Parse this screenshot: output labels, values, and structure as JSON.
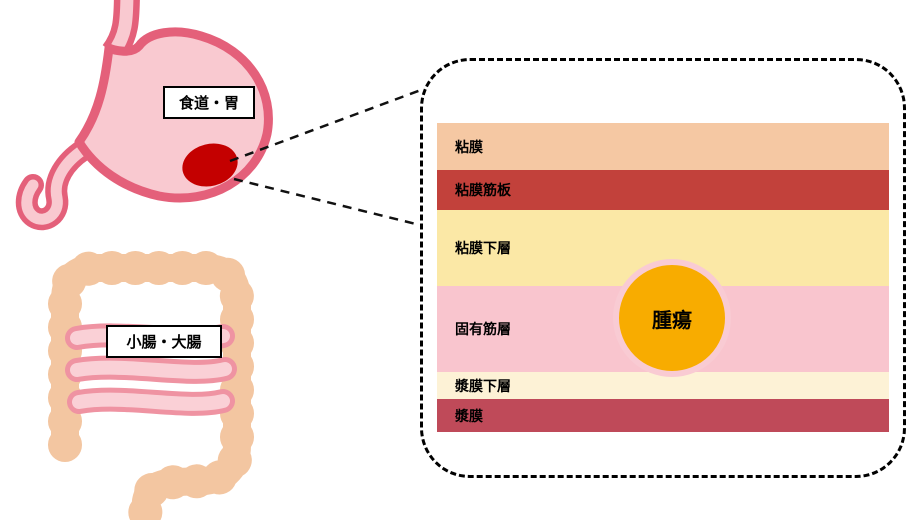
{
  "organs": {
    "upper": {
      "label": "食道・胃"
    },
    "lower": {
      "label": "小腸・大腸"
    }
  },
  "wall_layers": [
    {
      "name": "粘膜",
      "color": "#f5c8a3"
    },
    {
      "name": "粘膜筋板",
      "color": "#c2413b"
    },
    {
      "name": "粘膜下層",
      "color": "#fbe8a6"
    },
    {
      "name": "固有筋層",
      "color": "#f9c5ce"
    },
    {
      "name": "漿膜下層",
      "color": "#fdf2d6"
    },
    {
      "name": "漿膜",
      "color": "#bf4a59"
    }
  ],
  "tumor": {
    "label": "腫瘍",
    "fill_color": "#f8ac00",
    "ring_color": "#f9cbd3"
  },
  "stomach_tumor_color": "#c40000"
}
